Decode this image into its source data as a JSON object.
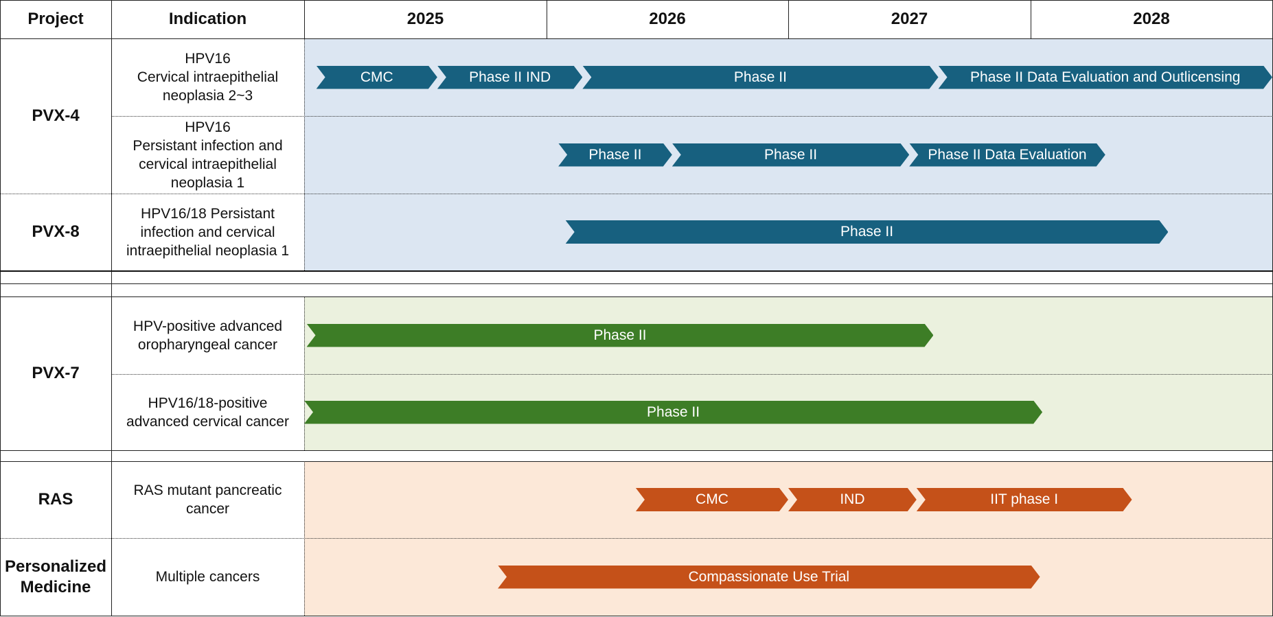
{
  "header": {
    "project_label": "Project",
    "indication_label": "Indication",
    "years": [
      "2025",
      "2026",
      "2027",
      "2028"
    ]
  },
  "colors": {
    "blue_band": "#dce6f2",
    "blue_bar": "#17607f",
    "green_band": "#ebf1de",
    "green_bar": "#3d7d26",
    "orange_band": "#fce8d8",
    "orange_bar": "#c55119"
  },
  "groups": [
    {
      "project": "PVX-4",
      "color": "blue",
      "rows": [
        {
          "indication": "HPV16\nCervical intraepithelial\nneoplasia 2~3",
          "bars": [
            {
              "label": "CMC",
              "start": 2025.05,
              "end": 2025.55
            },
            {
              "label": "Phase II IND",
              "start": 2025.55,
              "end": 2026.15
            },
            {
              "label": "Phase II",
              "start": 2026.15,
              "end": 2027.62
            },
            {
              "label": "Phase II Data Evaluation and Outlicensing",
              "start": 2027.62,
              "end": 2029.0
            }
          ]
        },
        {
          "indication": "HPV16\nPersistant infection and\ncervical intraepithelial\nneoplasia 1",
          "bars": [
            {
              "label": "Phase II",
              "start": 2026.05,
              "end": 2026.52
            },
            {
              "label": "Phase II",
              "start": 2026.52,
              "end": 2027.5
            },
            {
              "label": "Phase II Data Evaluation",
              "start": 2027.5,
              "end": 2028.31
            }
          ]
        }
      ]
    },
    {
      "project": "PVX-8",
      "color": "blue",
      "rows": [
        {
          "indication": "HPV16/18 Persistant\ninfection and cervical\nintraepithelial neoplasia 1",
          "bars": [
            {
              "label": "Phase II",
              "start": 2026.08,
              "end": 2028.57
            }
          ]
        }
      ]
    },
    {
      "project": "PVX-7",
      "color": "green",
      "rows": [
        {
          "indication": "HPV-positive advanced\noropharyngeal cancer",
          "bars": [
            {
              "label": "Phase II",
              "start": 2025.01,
              "end": 2027.6
            }
          ]
        },
        {
          "indication": "HPV16/18-positive\nadvanced cervical cancer",
          "bars": [
            {
              "label": "Phase II",
              "start": 2025.0,
              "end": 2028.05
            }
          ]
        }
      ]
    },
    {
      "project": "RAS",
      "color": "orange",
      "rows": [
        {
          "indication": "RAS mutant pancreatic\ncancer",
          "bars": [
            {
              "label": "CMC",
              "start": 2026.37,
              "end": 2027.0
            },
            {
              "label": "IND",
              "start": 2027.0,
              "end": 2027.53
            },
            {
              "label": "IIT phase I",
              "start": 2027.53,
              "end": 2028.42
            }
          ]
        }
      ]
    },
    {
      "project": "Personalized\nMedicine",
      "color": "orange",
      "rows": [
        {
          "indication": "Multiple cancers",
          "bars": [
            {
              "label": "Compassionate Use Trial",
              "start": 2025.8,
              "end": 2028.04
            }
          ]
        }
      ]
    }
  ]
}
